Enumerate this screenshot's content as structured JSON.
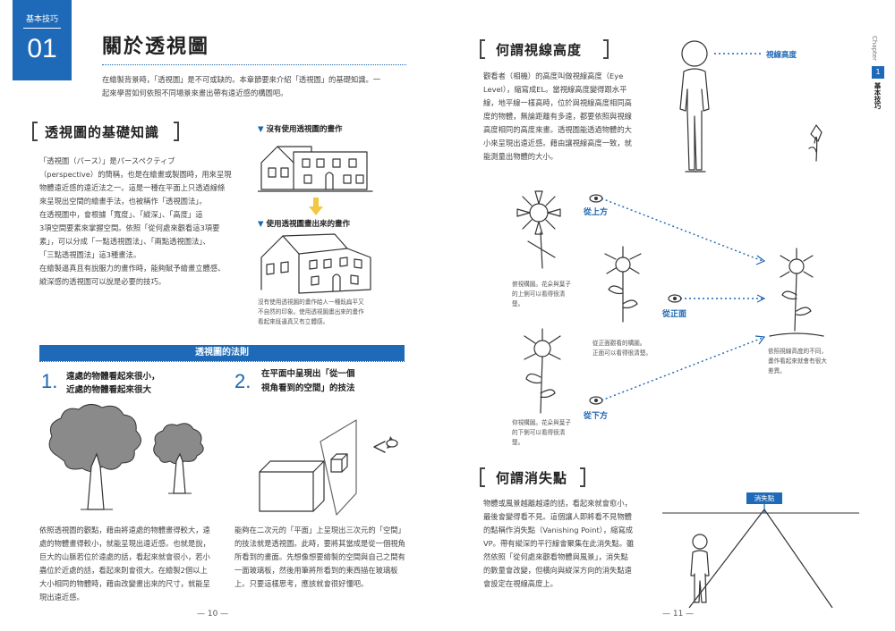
{
  "left": {
    "badge": {
      "label": "基本技巧",
      "number": "01"
    },
    "title": "關於透視圖",
    "intro": [
      "在繪製背景時，「透視圖」是不可或缺的。本章節要來介紹「透視圖」的基礎知識。一",
      "起來學習如何依照不同場景來畫出帶有遠近感的構圖吧。"
    ],
    "basics": {
      "heading": "透視圖的基礎知識",
      "body": [
        "「透視圖（パース）」是パースペクティブ",
        "（perspective）的簡稱，也是在繪畫或製圖時，用來呈現",
        "物體遠近感的遠近法之一。這是一種在平面上只透過線條",
        "來呈現出空間的繪畫手法，也被稱作「透視圖法」。",
        "在透視圖中，會根據「寬度」、「縱深」、「高度」這",
        "3項空間要素來掌握空間。依照「從何處來觀看這3項要",
        "素」，可以分成「一點透視圖法」、「兩點透視圖法」、",
        "「三點透視圖法」這3種畫法。",
        "在繪製逼真且有說服力的畫作時，能夠賦予繪畫立體感、",
        "縱深感的透視圖可以說是必要的技巧。"
      ]
    },
    "house_before_label": "沒有使用透視圖的畫作",
    "house_after_label": "使用透視圖畫出來的畫作",
    "house_caption": [
      "沒有使用透視圖的畫作給人一種既扁平又",
      "不自然的印象。使用透視圖畫出來的畫作",
      "看起來既逼真又有立體感。"
    ],
    "rules": {
      "banner": "透視圖的法則",
      "rule1": {
        "num": "1.",
        "line1": "遠處的物體看起來很小，",
        "line2": "近處的物體看起來很大"
      },
      "rule2": {
        "num": "2.",
        "line1": "在平面中呈現出「從一個",
        "line2": "視角看到的空間」的技法"
      },
      "rule1_text": [
        "依照透視圖的觀點，藉由將遠處的物體畫得較大，遠",
        "處的物體畫得較小，就能呈現出遠近感。也就是說，",
        "巨大的山脈若位於遠處的話，看起來就會很小，若小",
        "蟲位於近處的話，看起來則會很大。在繪製2個以上",
        "大小相同的物體時，藉由改變畫出來的尺寸，就能呈",
        "現出遠近感。"
      ],
      "rule2_text": [
        "能夠在二次元的「平面」上呈現出三次元的「空間」",
        "的技法就是透視圖。此時，要將其當成是從一個視角",
        "所看到的畫面。先想像想要繪製的空間與自己之間有",
        "一面玻璃板，然後用筆將所看到的東西描在玻璃板",
        "上。只要這樣思考，應該就會很好懂吧。"
      ]
    },
    "page_number": "— 10 —"
  },
  "right": {
    "sidebar": {
      "chapter": "Chapter",
      "num": "1",
      "label": "基本技巧"
    },
    "eyelevel": {
      "heading": "何謂視線高度",
      "body": [
        "觀看者（相機）的高度叫做視線高度（Eye",
        "Level），縮寫成EL。當視線高度變得跟水平",
        "線，地平線一樣高時，位於與視線高度相同高",
        "度的物體，無論距離有多遠，都要依照與視線",
        "高度相同的高度來畫。透視圖能透過物體的大",
        "小來呈現出遠近感。藉由讓視線高度一致，就",
        "能測量出物體的大小。"
      ],
      "figure_label": "視線高度"
    },
    "views": {
      "top": "從上方",
      "front": "從正面",
      "bottom": "從下方",
      "cap_top": [
        "俯視構圖。花朵與葉子",
        "的上側可以看得很清",
        "楚。"
      ],
      "cap_front": [
        "從正面觀看的構圖。",
        "正面可以看得很清楚。"
      ],
      "cap_bottom": [
        "仰視構圖。花朵與葉子",
        "的下側可以看得很清",
        "楚。"
      ],
      "cap_right": [
        "依照視線高度的不同，",
        "畫作看起來就會有很大",
        "差異。"
      ]
    },
    "vanishing": {
      "heading": "何謂消失點",
      "body": [
        "物體或風景越離越遠的話，看起來就會愈小，",
        "最後會變得看不見。這個讓人即將看不見物體",
        "的點稱作消失點（Vanishing Point），縮寫成",
        "VP。帶有縱深的平行線會聚集在此消失點。雖",
        "然依照「從何處來觀看物體與風景」，消失點",
        "的數量會改變，但橫向與縱深方向的消失點遠",
        "會設定在視線高度上。"
      ],
      "figure_label": "消失點"
    },
    "page_number": "— 11 —"
  },
  "colors": {
    "accent": "#1b66b3",
    "badge_blue": "#1e6ab8",
    "tree_gray": "#8a8a8a"
  }
}
